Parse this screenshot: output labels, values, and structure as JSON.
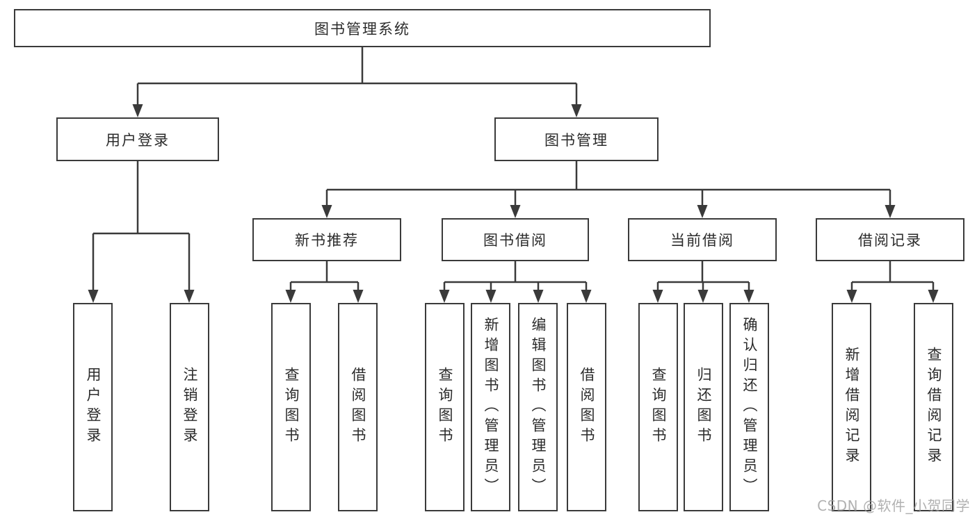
{
  "diagram": {
    "root": {
      "label": "图书管理系统"
    },
    "branches": [
      {
        "label": "用户登录",
        "children": [
          {
            "label": "用户登录"
          },
          {
            "label": "注销登录"
          }
        ]
      },
      {
        "label": "图书管理",
        "children": [
          {
            "label": "新书推荐",
            "children": [
              {
                "label": "查询图书"
              },
              {
                "label": "借阅图书"
              }
            ]
          },
          {
            "label": "图书借阅",
            "children": [
              {
                "label": "查询图书"
              },
              {
                "label": "新增图书（管理员）"
              },
              {
                "label": "编辑图书（管理员）"
              },
              {
                "label": "借阅图书"
              }
            ]
          },
          {
            "label": "当前借阅",
            "children": [
              {
                "label": "查询图书"
              },
              {
                "label": "归还图书"
              },
              {
                "label": "确认归还（管理员）"
              }
            ]
          },
          {
            "label": "借阅记录",
            "children": [
              {
                "label": "新增借阅记录"
              },
              {
                "label": "查询借阅记录"
              }
            ]
          }
        ]
      }
    ]
  },
  "watermark": {
    "text": "CSDN @软件_小贺同学"
  },
  "colors": {
    "line": "#3a3a3a",
    "text": "#2b2b2b",
    "background": "#ffffff",
    "watermark": "#9e9e9e"
  }
}
